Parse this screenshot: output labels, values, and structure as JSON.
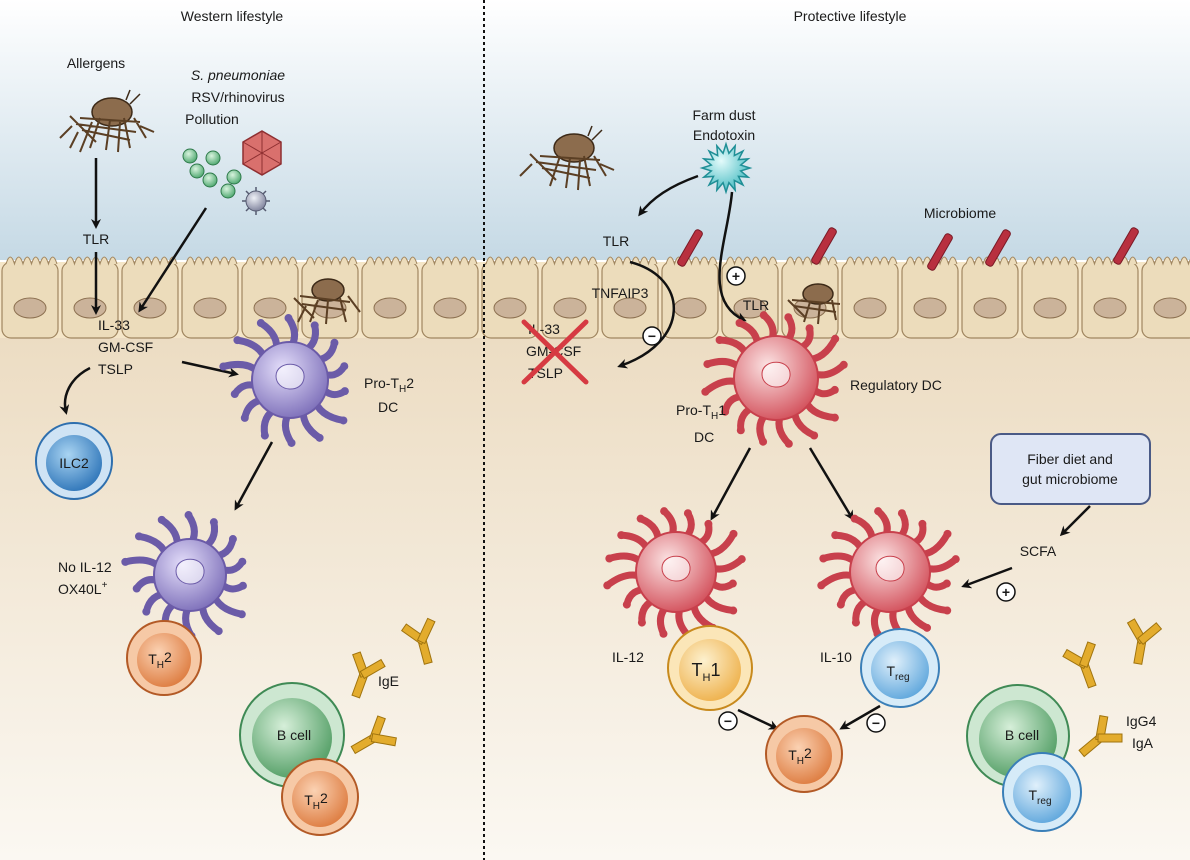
{
  "left_panel": {
    "title": "Western lifestyle",
    "allergens": "Allergens",
    "pathogens": [
      "S. pneumoniae",
      "RSV/rhinovirus",
      "Pollution"
    ],
    "tlr": "TLR",
    "cytokines": [
      "IL-33",
      "GM-CSF",
      "TSLP"
    ],
    "ilc2": "ILC2",
    "dc_label_1": "Pro-T",
    "dc_label_1_sub": "H",
    "dc_label_1_tail": "2",
    "dc_label_2": "DC",
    "no_il12": "No IL-12",
    "ox40l": "OX40L",
    "ox40l_sup": "+",
    "th2": "T",
    "th2_sub": "H",
    "th2_tail": "2",
    "ige": "IgE",
    "b_cell": "B cell"
  },
  "right_panel": {
    "title": "Protective lifestyle",
    "farm_dust": "Farm dust",
    "endotoxin": "Endotoxin",
    "microbiome": "Microbiome",
    "tlr": "TLR",
    "tnfaip3": "TNFAIP3",
    "tlr_dc": "TLR",
    "blocked_cytokines": [
      "IL-33",
      "GM-CSF",
      "TSLP"
    ],
    "regulatory_dc": "Regulatory DC",
    "pro_th1": "Pro-T",
    "pro_th1_sub": "H",
    "pro_th1_tail": "1",
    "pro_th1_dc": "DC",
    "fiber_box": [
      "Fiber diet and",
      "gut microbiome"
    ],
    "scfa": "SCFA",
    "il12": "IL-12",
    "il10": "IL-10",
    "th1": "T",
    "th1_sub": "H",
    "th1_tail": "1",
    "treg": "T",
    "treg_sub": "reg",
    "th2": "T",
    "th2_sub": "H",
    "th2_tail": "2",
    "igg4": "IgG4",
    "iga": "IgA",
    "b_cell": "B cell",
    "treg2": "T",
    "treg2_sub": "reg",
    "plus": "+",
    "minus": "−"
  },
  "colors": {
    "sky_top": "#c9dbe6",
    "tissue": "#efe3cf",
    "epithelium": "#e8d6b4",
    "nucleus": "#cbb39a",
    "th2_dc": "#8b7ec2",
    "reg_dc": "#d95a63",
    "ilc2": "#3a86c8",
    "th2_cell": "#e58a4e",
    "th1_cell": "#f0b64a",
    "treg_cell": "#6aaee0",
    "b_cell": "#5aa56d",
    "antibody": "#e3ac2d",
    "mite": "#7a5b3c",
    "microbe": "#b03040",
    "endotoxin": "#4fc3c7"
  }
}
